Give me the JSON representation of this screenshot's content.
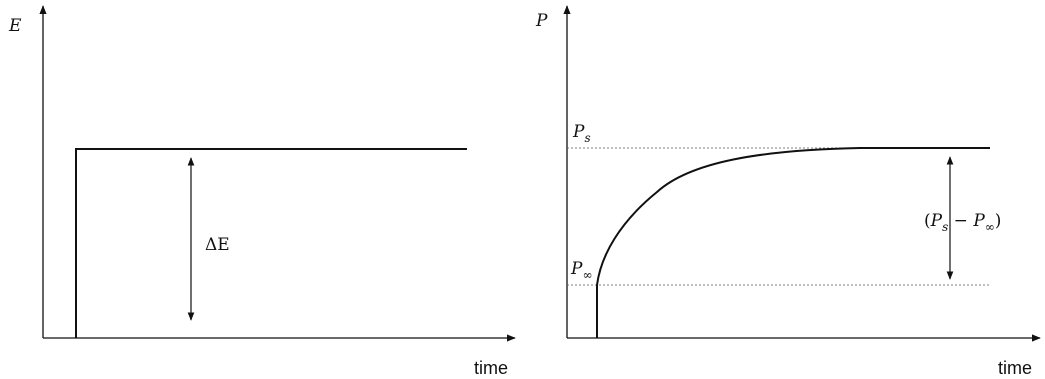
{
  "left_panel": {
    "y_axis_label": "E",
    "x_axis_label": "time",
    "delta_label": "ΔE"
  },
  "right_panel": {
    "y_axis_label": "P",
    "x_axis_label": "time",
    "ps_label": "P",
    "ps_sub": "s",
    "pinf_label": "P",
    "pinf_sub": "∞",
    "difference_label": {
      "open": "(",
      "p1": "P",
      "sub1": "s",
      "minus": " − ",
      "p2": "P",
      "sub2": "∞",
      "close": ")"
    }
  }
}
